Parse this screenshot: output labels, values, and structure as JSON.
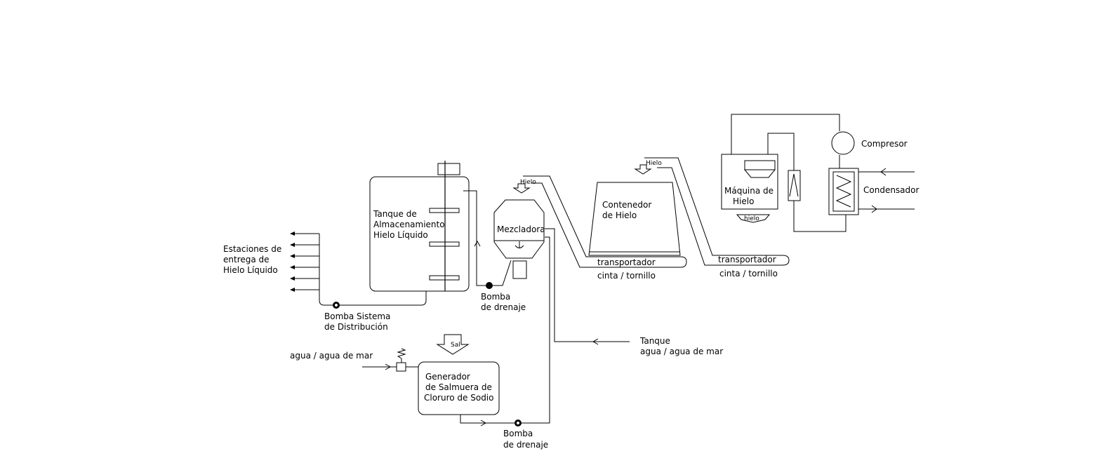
{
  "labels": {
    "delivery_stations": [
      "Estaciones de",
      "entrega de",
      "Hielo Líquido"
    ],
    "storage_tank": [
      "Tanque de",
      "Almacenamiento",
      "Hielo Líquido"
    ],
    "distribution_pump": [
      "Bomba Sistema",
      "de Distribución"
    ],
    "drain_pump_1": [
      "Bomba",
      "de drenaje"
    ],
    "mixer": "Mezcladora",
    "ice_container": [
      "Contenedor",
      "de Hielo"
    ],
    "conveyor_1": [
      "transportador",
      "cinta / tornillo"
    ],
    "conveyor_2": [
      "transportador",
      "cinta / tornillo"
    ],
    "ice_tag_1": "Hielo",
    "ice_tag_2": "Hielo",
    "ice_machine": [
      "Máquina de",
      "Hielo"
    ],
    "ice_out": "hielo",
    "compressor": "Compresor",
    "condenser": "Condensador",
    "water_tank": [
      "Tanque",
      "agua / agua de mar"
    ],
    "salt": "Sal",
    "water_in": "agua / agua de mar",
    "brine_generator": [
      "Generador",
      "de Salmuera de",
      "Cloruro de Sodio"
    ],
    "drain_pump_2": [
      "Bomba",
      "de drenaje"
    ]
  }
}
